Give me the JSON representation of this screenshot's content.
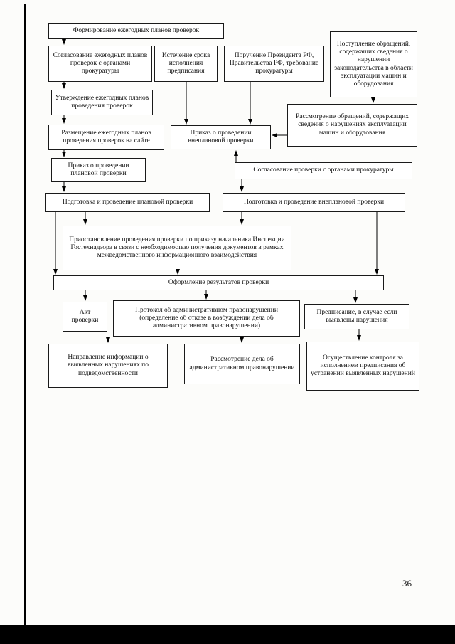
{
  "page_number": "36",
  "nodes": {
    "form_plans": "Формирование ежегодных планов проверок",
    "plans_approval": "Согласование ежегодных планов проверок с органами прокуратуры",
    "deadline_expiry": "Истечение срока исполнения предписания",
    "president_order": "Поручение Президента РФ, Правительства РФ, требование прокуратуры",
    "appeals_received": "Поступление обращений, содержащих сведения о нарушении законодательства в области эксплуатации машин и оборудования",
    "plans_adoption": "Утверждение ежегодных планов проведения проверок",
    "appeals_review": "Рассмотрение обращений, содержащих сведения о нарушениях эксплуатации машин и оборудования",
    "plans_publication": "Размещение ежегодных планов проведения проверок на сайте",
    "unscheduled_order": "Приказ о проведении внеплановой проверки",
    "scheduled_order": "Приказ о проведении плановой проверки",
    "inspection_approval": "Согласование проверки с органами прокуратуры",
    "scheduled_inspection": "Подготовка и проведение плановой проверки",
    "unscheduled_inspection": "Подготовка и проведение внеплановой проверки",
    "suspension": "Приостановление проведения проверки по приказу начальника Инспекции Гостехнадзора в связи с необходимостью получения документов в рамках межведомственного информационного взаимодействия",
    "results": "Оформление результатов проверки",
    "act": "Акт проверки",
    "protocol": "Протокол об административном правонарушении (определение об отказе в возбуждении дела об административном правонарушении)",
    "prescription": "Предписание, в случае если выявлены нарушения",
    "info_forwarding": "Направление информации о выявленных нарушениях по подведомственности",
    "case_review": "Рассмотрение дела об административном правонарушении",
    "control": "Осуществление контроля за исполнением предписания об устранении выявленных нарушений"
  }
}
